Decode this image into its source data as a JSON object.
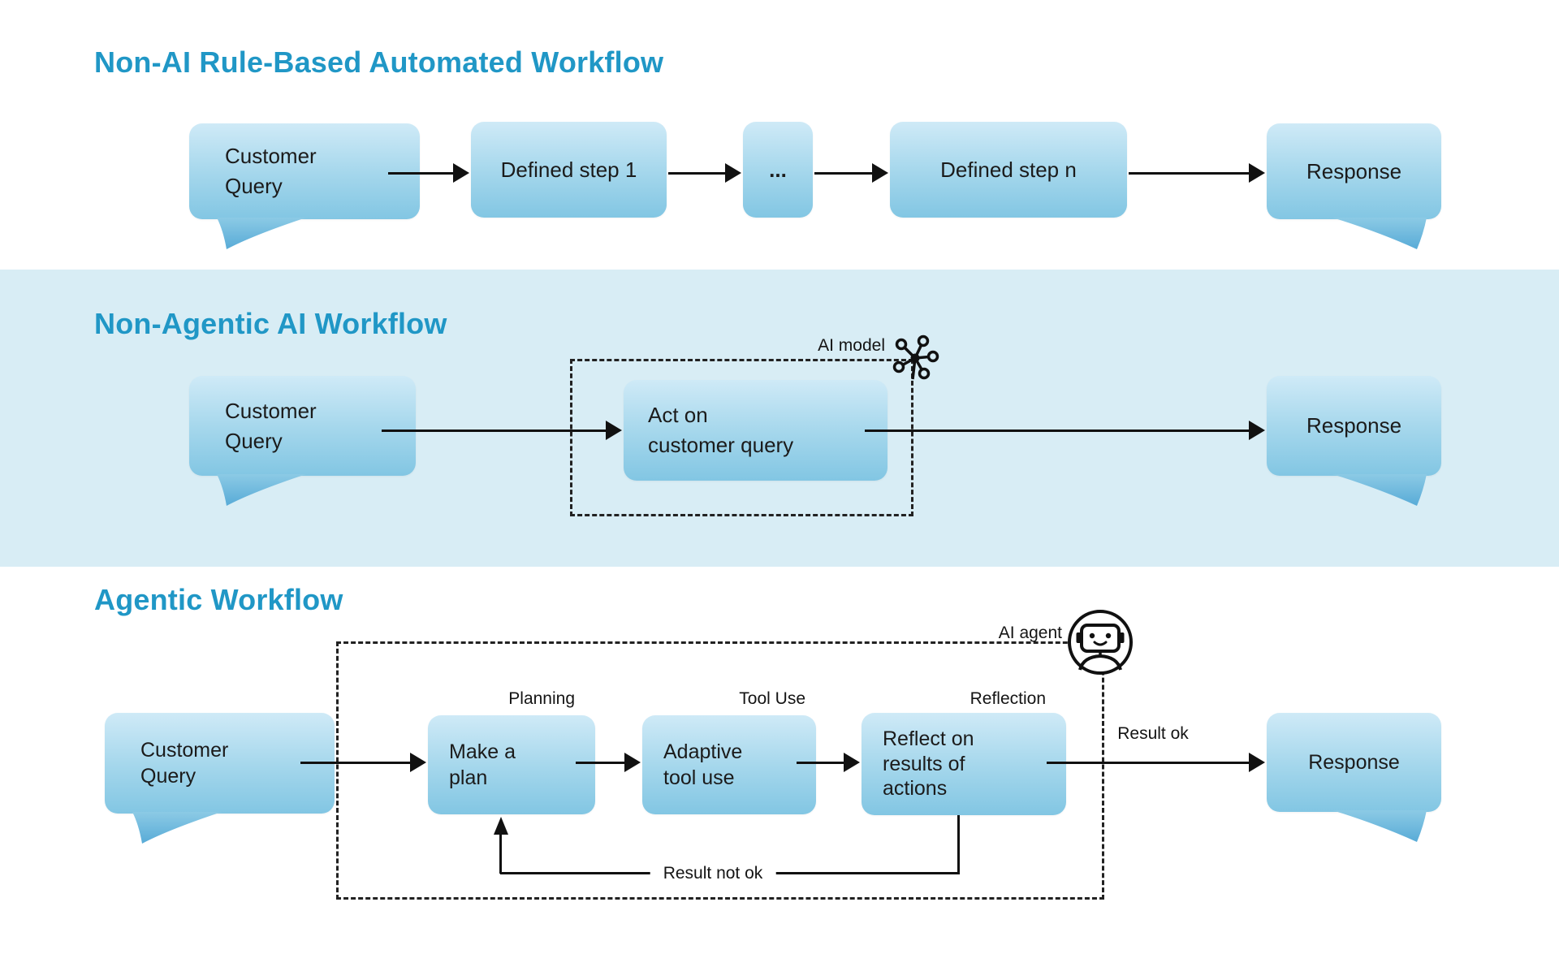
{
  "colors": {
    "accent": "#2097c6",
    "band_background": "#d8edf5",
    "box_gradient_top": "#cfeaf7",
    "box_gradient_bottom": "#82c6e3",
    "tail_fill": "#6db8dd",
    "line_ink": "#111111",
    "text_ink": "#1b1b1b"
  },
  "section1": {
    "title": "Non-AI Rule-Based Automated Workflow",
    "customer_query": "Customer\nQuery",
    "step1": "Defined step 1",
    "dots": "...",
    "stepn": "Defined step n",
    "response": "Response"
  },
  "section2": {
    "title": "Non-Agentic AI Workflow",
    "customer_query": "Customer\nQuery",
    "ai_model_label": "AI model",
    "ai_model_icon": "neural-network-icon",
    "act_box": "Act on\ncustomer query",
    "response": "Response"
  },
  "section3": {
    "title": "Agentic Workflow",
    "customer_query": "Customer\nQuery",
    "ai_agent_label": "AI agent",
    "ai_agent_icon": "robot-icon",
    "planning_label": "Planning",
    "tool_use_label": "Tool Use",
    "reflection_label": "Reflection",
    "make_plan": "Make a\nplan",
    "adaptive_tool_use": "Adaptive\ntool use",
    "reflect": "Reflect on\nresults of\nactions",
    "result_ok": "Result ok",
    "result_not_ok": "Result not ok",
    "response": "Response"
  }
}
